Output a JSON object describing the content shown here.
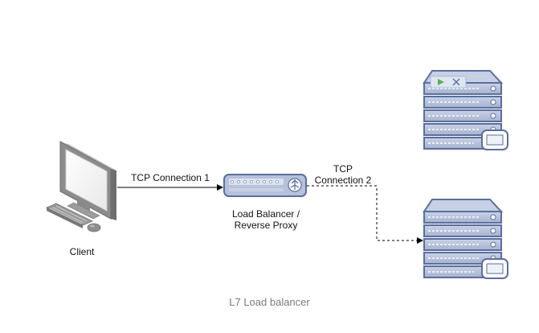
{
  "client": {
    "label": "Client"
  },
  "connections": {
    "first_label": "TCP Connection 1",
    "second_label_line1": "TCP",
    "second_label_line2": "Connection 2"
  },
  "load_balancer": {
    "label_line1": "Load Balancer /",
    "label_line2": "Reverse Proxy"
  },
  "caption": "L7 Load balancer",
  "colors": {
    "server_fill": "#b6c1da",
    "server_stroke": "#5a6f9e",
    "monitor_frame": "#9a9a9a",
    "arrow": "#000000",
    "caption_text": "#7a7a7a"
  }
}
